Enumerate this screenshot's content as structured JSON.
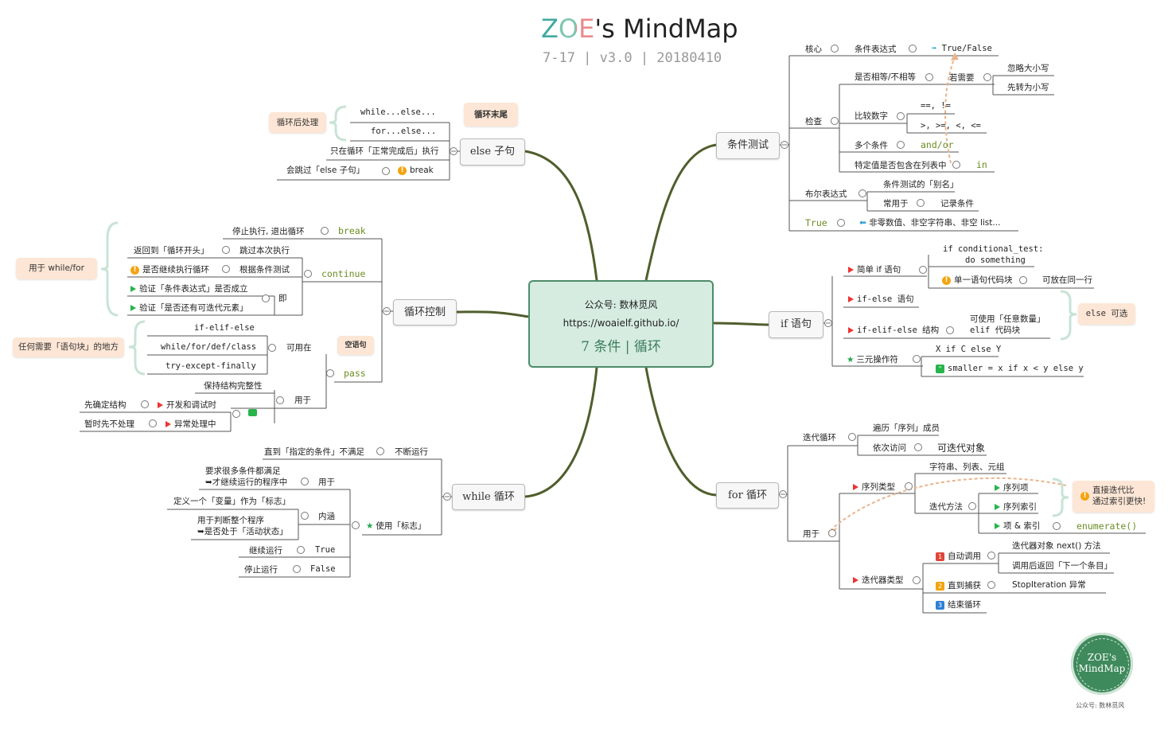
{
  "header": {
    "title_zoe": "ZOE",
    "title_rest": "'s MindMap",
    "subtitle": "7-17 | v3.0 | 20180410"
  },
  "central": {
    "line1": "公众号: 数林觅风",
    "line2": "https://woaielf.github.io/",
    "line3": "7 条件 | 循环"
  },
  "else_clause": {
    "title": "else 子句",
    "callout_end": "循环末尾",
    "callout_after": "循环后处理",
    "while_else": "while...else...",
    "for_else": "for...else...",
    "only_normal": "只在循环「正常完成后」执行",
    "skip_else": "会跳过「else 子句」",
    "break": "break"
  },
  "loop_control": {
    "title": "循环控制",
    "break_kw": "break",
    "break_desc": "停止执行, 退出循环",
    "continue_kw": "continue",
    "return_head": "返回到「循环开头」",
    "skip_current": "跳过本次执行",
    "continue_check": "是否继续执行循环",
    "by_condition": "根据条件测试",
    "verify_cond": "验证「条件表达式」是否成立",
    "verify_iter": "验证「是否还有可迭代元素」",
    "ji": "即",
    "callout_for": "用于 while/for",
    "pass_kw": "pass",
    "pass_callout": "空语句",
    "ifelif": "if-elif-else",
    "whilefor": "while/for/def/class",
    "tryexcept": "try-except-finally",
    "usable_in": "可用在",
    "callout_block": "任何需要「语句块」的地方",
    "keep_struct": "保持结构完整性",
    "used_for": "用于",
    "dev_debug": "开发和调试时",
    "decide_struct": "先确定结构",
    "exception": "异常处理中",
    "ignore_now": "暂时先不处理"
  },
  "while_loop": {
    "title": "while 循环",
    "until": "直到「指定的条件」不满足",
    "keep_running": "不断运行",
    "many_cond_1": "要求很多条件都满足",
    "many_cond_2": "➥才继续运行的程序中",
    "used_in": "用于",
    "define_flag": "定义一个「变量」作为「标志」",
    "judge_1": "用于判断整个程序",
    "judge_2": "➥是否处于「活动状态」",
    "meaning": "内涵",
    "use_flag": "使用「标志」",
    "continue_run": "继续运行",
    "true_kw": "True",
    "stop_run": "停止运行",
    "false_kw": "False"
  },
  "condition_test": {
    "title": "条件测试",
    "core": "核心",
    "cond_expr": "条件表达式",
    "true_false": "True/False",
    "check": "检查",
    "equal": "是否相等/不相等",
    "if_needed": "若需要",
    "ignore_case": "忽略大小写",
    "to_lower": "先转为小写",
    "compare": "比较数字",
    "op_eq": "==, !=",
    "op_cmp": ">, >=, <, <=",
    "multi": "多个条件",
    "and_or": "and/or",
    "contains": "特定值是否包含在列表中",
    "in_kw": "in",
    "bool_expr": "布尔表达式",
    "alias": "条件测试的「别名」",
    "commonly": "常用于",
    "record": "记录条件",
    "true_kw": "True",
    "nonzero": "非零数值、非空字符串、非空 list..."
  },
  "if_stmt": {
    "title": "if 语句",
    "code1": "if conditional_test:",
    "code2": "do something",
    "simple_if": "简单 if 语句",
    "one_line": "单一语句代码块",
    "same_line": "可放在同一行",
    "if_else": "if-else 语句",
    "if_elif": "if-elif-else 结构",
    "any_num_1": "可使用「任意数量」",
    "any_num_2": "elif 代码块",
    "else_optional": "else 可选",
    "ternary_expr": "X if C else Y",
    "ternary": "三元操作符",
    "ternary_eg": "smaller = x if x < y else y"
  },
  "for_loop": {
    "title": "for 循环",
    "iterate": "迭代循环",
    "traverse": "遍历「序列」成员",
    "visit": "依次访问",
    "iterable": "可迭代对象",
    "used_for": "用于",
    "seq_type": "序列类型",
    "str_list": "字符串、列表、元组",
    "iter_method": "迭代方法",
    "seq_item": "序列项",
    "seq_index": "序列索引",
    "item_index": "项 & 索引",
    "enumerate": "enumerate()",
    "direct_1": "直接迭代比",
    "direct_2": "通过索引更快!",
    "iter_type": "迭代器类型",
    "auto_call": "自动调用",
    "next_method": "迭代器对象 next() 方法",
    "next_item": "调用后返回「下一个条目」",
    "catch": "直到捕获",
    "stop_iter": "StopIteration 异常",
    "end_loop": "结束循环"
  },
  "stamp": {
    "line1": "ZOE's",
    "line2": "MindMap",
    "caption": "公众号: 数林觅风"
  },
  "colors": {
    "central_fill": "#d6ece1",
    "central_border": "#4c8b69",
    "trunk": "#4f5e2c",
    "keyword_green": "#6b8e23",
    "callout_fill": "#fde6d5",
    "title_z": "#3fa9a0",
    "title_o": "#7dc6b0",
    "title_e": "#e98a8a"
  }
}
